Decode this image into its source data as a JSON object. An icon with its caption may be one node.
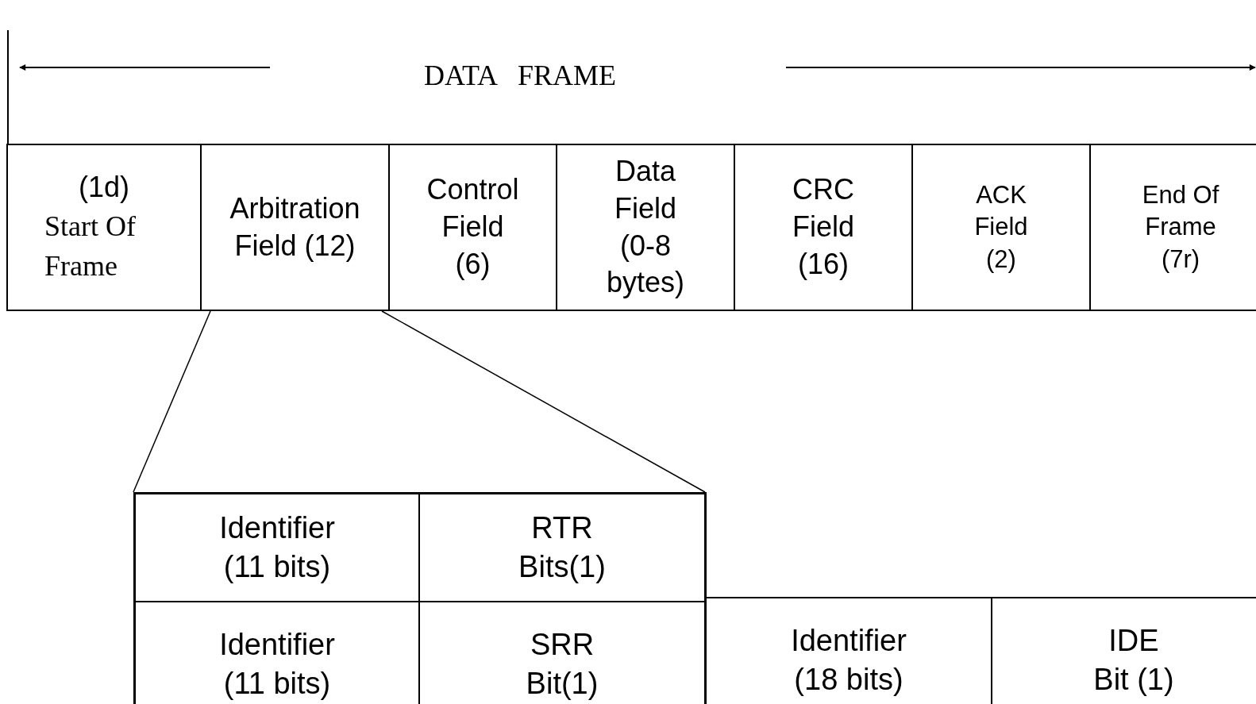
{
  "diagram": {
    "nodes": [
      {
        "text": [
          "(1d)",
          "Start Of Frame"
        ]
      },
      {
        "text": [
          "Arbitration Field (12)"
        ]
      },
      {
        "text": [
          "Control Field (6)"
        ]
      },
      {
        "text": [
          "Data Field (0-8 bytes)"
        ]
      },
      {
        "text": [
          "CRC Field (16)"
        ]
      },
      {
        "text": [
          "ACK Field (2)"
        ]
      },
      {
        "text": [
          "End Of Frame (7r)"
        ]
      },
      {
        "text": [],
        "shape": "box"
      },
      {
        "text": [
          "Identifier (11 bits)"
        ],
        "in": 7
      },
      {
        "text": [
          "RTR Bits(1)"
        ],
        "in": 7
      },
      {
        "text": [
          "Identifier (11 bits)"
        ],
        "in": 7
      },
      {
        "text": [
          "SRR Bit(1)"
        ],
        "in": 7
      },
      {
        "text": [
          "Identifier (18 bits)"
        ]
      },
      {
        "text": [
          "IDE Bit (1)"
        ]
      }
    ],
    "edges": [
      {
        "from": 1,
        "to": 7,
        "arrow": "none"
      },
      {
        "from": 1,
        "to": 7,
        "arrow": "none"
      }
    ],
    "labels": [
      "DATA   FRAME"
    ]
  }
}
